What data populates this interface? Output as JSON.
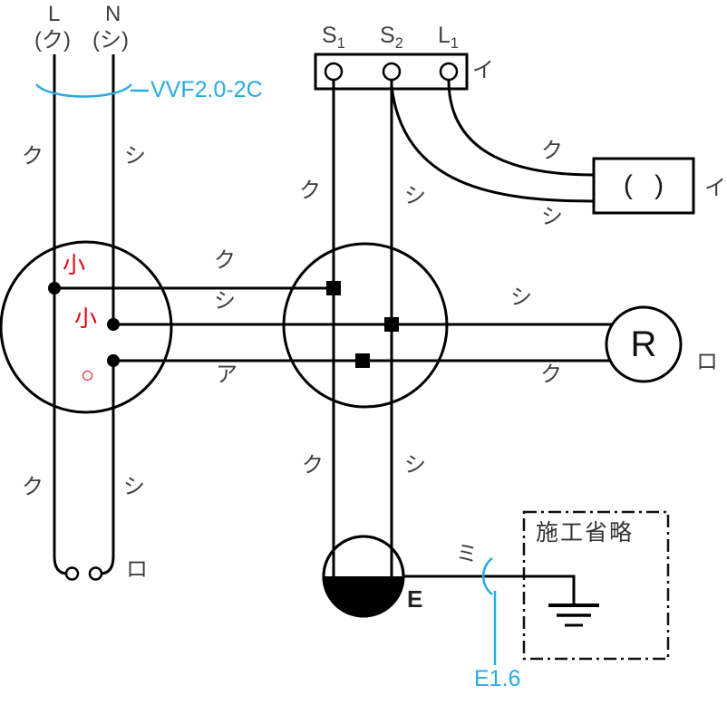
{
  "colors": {
    "wire": "#000000",
    "text": "#3f3f3f",
    "mark_red": "#e60012",
    "accent_blue": "#29abe2"
  },
  "source": {
    "l": "L",
    "l_note": "(ク)",
    "n": "N",
    "n_note": "(シ)",
    "cable": "VVF2.0-2C",
    "upper_left_wire": "ク",
    "upper_right_wire": "シ",
    "lower_left_wire": "ク",
    "lower_right_wire": "シ"
  },
  "timer_switch": {
    "terminals": [
      {
        "base": "S",
        "sub": "1"
      },
      {
        "base": "S",
        "sub": "2"
      },
      {
        "base": "L",
        "sub": "1"
      }
    ],
    "circuit": "イ",
    "s1_down_wire": "ク",
    "s2_down_wire": "シ",
    "l1_out_wire": "ク",
    "s2_out_wire": "シ"
  },
  "ceiling": {
    "symbol": "( )",
    "circuit": "イ"
  },
  "left_box": {
    "sleeve_marks": [
      "小",
      "小",
      "○"
    ],
    "out_top": "ク",
    "out_middle": "シ",
    "out_bottom": "ア"
  },
  "right_box": {
    "to_lamp_white": "シ",
    "to_lamp_black": "ク",
    "down_left": "ク",
    "down_right": "シ"
  },
  "lamp": {
    "label": "R",
    "circuit": "ロ"
  },
  "switch": {
    "circuit": "ロ"
  },
  "outlet": {
    "earth": "E"
  },
  "ground": {
    "wire": "ミ",
    "label": "E1.6",
    "box": "施工省略"
  }
}
